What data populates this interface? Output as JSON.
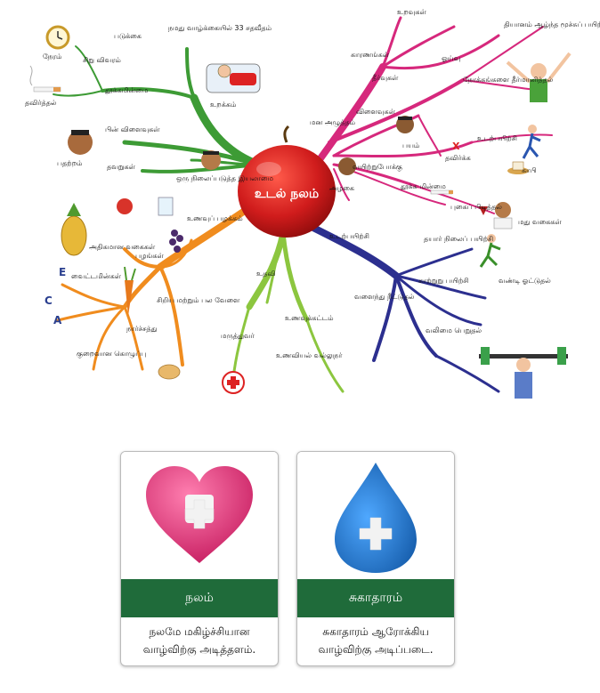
{
  "center": "உடல் நலம்",
  "texts": {
    "sleep_33": "நமது வாழ்க்கையில் 33 சதவீதம்",
    "sleep": "உறக்கம்",
    "sleep_sub": "சிறு விவரம்",
    "sleep_a": "படுக்கை",
    "sleep_b": "நேரம்",
    "insomnia": "தூக்கமின்மை",
    "avoid_left": "தவிர்த்தல்",
    "after_effects": "பின் விளைவுகள்",
    "tension": "பதற்றம்",
    "mistakes": "தவறுகள்",
    "disturbed": "ஒரு நிலைப்படுத்த இயலாமை",
    "food_habits": "உணவுப் பழக்கம்",
    "fruits": "பழங்கள்",
    "more_fruits": "அதிகமான வகைகள்",
    "vitamins": "வைட்டமின்கள்",
    "vit_e": "E",
    "vit_c": "C",
    "vit_a": "A",
    "less_fat": "குறைவான கொழுப்பு",
    "fiber": "நார்ச்சத்து",
    "food_types": "சிறிய மற்றும் பல வேளை",
    "help": "உதவி",
    "food_balance": "உணவுக்கட்டம்",
    "nutritionist": "உணவியல் வல்லுநர்",
    "doctor": "மருத்துவர்",
    "mental_health": "மன அழுத்தம்",
    "causes": "காரணங்கள்",
    "relations": "உறவுகள்",
    "solutions": "தீர்வுகள்",
    "rest": "ஓய்வு",
    "meditation": "தியானம் ஆழ்ந்த மூச்சுப் பயிற்சி",
    "goals": "நோக்கங்களை தீர்மானித்தல்",
    "effects": "விளைவுகள்",
    "fear": "பயம்",
    "exercise": "உடற்பயிற்சி",
    "avoid_mark": "X",
    "avoid_right": "தவிர்க்க",
    "stomach_ache": "வயிற்றுபோக்கு",
    "beauty": "அழகை",
    "no_sleep": "தூக்க மின்மை",
    "smoking": "புகைப் பிடித்தல்",
    "coffee": "காபி",
    "alcohol": "மது வகைகள்",
    "physical_ex": "உடற்பயிற்சி",
    "daily_ex": "தயார் நிலைப் பயிற்சி",
    "aerobic": "காற்றுறு பயிற்சி",
    "cycling": "வண்டி ஓட்டுதல்",
    "strength": "வலிமை பெறுதல்",
    "flexibility": "வளைந்து நீட்டுதல்"
  },
  "cards": [
    {
      "title": "நலம்",
      "description": "நலமே மகிழ்ச்சியான வாழ்விற்கு அடித்தளம்.",
      "icon": "heart-plus-icon",
      "color": "#d61f6e"
    },
    {
      "title": "சுகாதாரம்",
      "description": "சுகாதாரம் ஆரோக்கிய வாழ்விற்கு அடிப்படை.",
      "icon": "drop-plus-icon",
      "color": "#1466b8"
    }
  ],
  "colors": {
    "green_branch": "#3d9b35",
    "orange_branch": "#f08c1e",
    "lightgreen_branch": "#8cc63f",
    "magenta_branch": "#d6287c",
    "navy_branch": "#2c2f8f",
    "band": "#1f6b3a"
  }
}
